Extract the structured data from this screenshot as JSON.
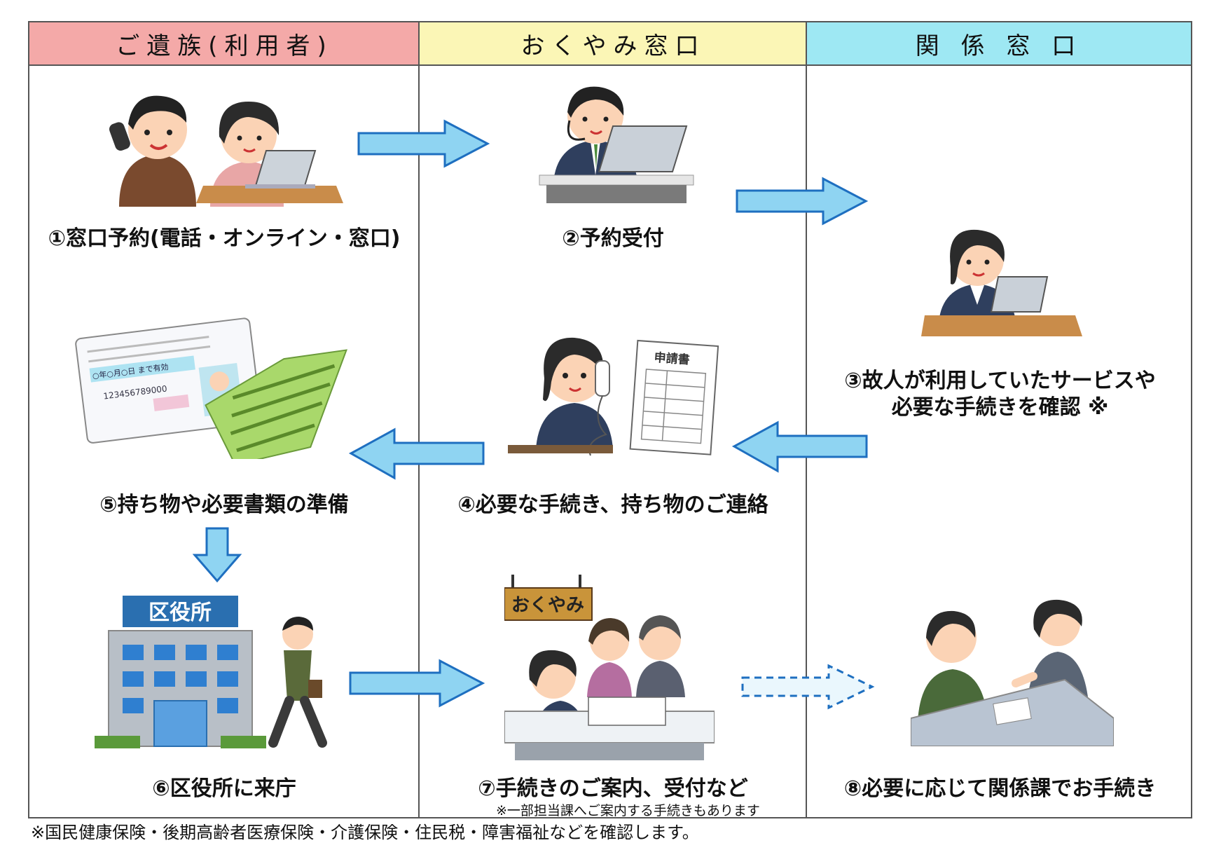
{
  "header": {
    "col1": "ご遺族(利用者)",
    "col2": "おくやみ窓口",
    "col3": "関 係 窓 口"
  },
  "colors": {
    "col1_bg": "#f4a9a8",
    "col2_bg": "#fbf6b6",
    "col3_bg": "#9ee8f3",
    "arrow_fill": "#8fd4f2",
    "arrow_stroke": "#1e6fc0"
  },
  "steps": {
    "s1": "①窓口予約(電話・オンライン・窓口)",
    "s2": "②予約受付",
    "s3_line1": "③故人が利用していたサービスや",
    "s3_line2": "必要な手続きを確認 ※",
    "s4": "④必要な手続き、持ち物のご連絡",
    "s5": "⑤持ち物や必要書類の準備",
    "s6": "⑥区役所に来庁",
    "s7": "⑦手続きのご案内、受付など",
    "s7_note": "※一部担当課へご案内する手続きもあります",
    "s8": "⑧必要に応じて関係課でお手続き"
  },
  "signs": {
    "office_sign": "区役所",
    "okuyami_sign": "おくやみ",
    "form_title": "申請書",
    "license_date": "○年○月○日 まで有効",
    "license_number": "123456789000"
  },
  "footnote": "※国民健康保険・後期高齢者医療保険・介護保険・住民税・障害福祉などを確認します。"
}
